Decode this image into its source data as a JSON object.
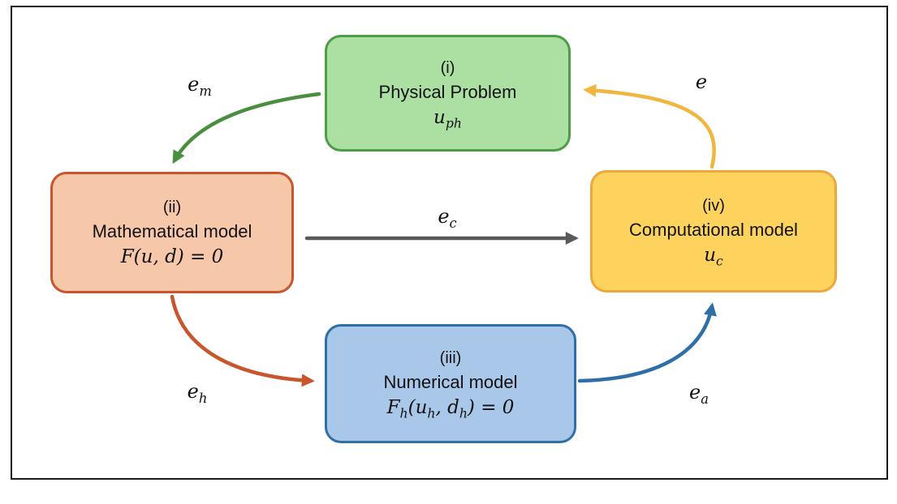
{
  "diagram": {
    "boxes": {
      "physical": {
        "number": "(i)",
        "title": "Physical Problem",
        "math": [
          [
            "u",
            "ph"
          ]
        ],
        "fill": "#ace0a3",
        "border": "#4a9e43"
      },
      "mathematical": {
        "number": "(ii)",
        "title": "Mathematical model",
        "math": [
          [
            "F(u, d) = 0",
            ""
          ]
        ],
        "fill": "#f6c7a9",
        "border": "#c8552c"
      },
      "numerical": {
        "number": "(iii)",
        "title": "Numerical model",
        "math": [
          [
            "F",
            "h"
          ],
          [
            "(u",
            "h"
          ],
          [
            ", d",
            "h"
          ],
          [
            ") = 0",
            ""
          ]
        ],
        "fill": "#a9c7e8",
        "border": "#2f6fa7"
      },
      "computational": {
        "number": "(iv)",
        "title": "Computational model",
        "math": [
          [
            "u",
            "c"
          ]
        ],
        "fill": "#fdd35e",
        "border": "#eda73c"
      }
    },
    "edges": {
      "em": {
        "label": [
          [
            "e",
            "m"
          ]
        ],
        "color": "#4a8f3f",
        "from": "physical",
        "to": "mathematical"
      },
      "e": {
        "label": [
          [
            "e",
            ""
          ]
        ],
        "color": "#f0b63f",
        "from": "computational",
        "to": "physical"
      },
      "ec": {
        "label": [
          [
            "e",
            "c"
          ]
        ],
        "color": "#5a5a5a",
        "from": "mathematical",
        "to": "computational"
      },
      "eh": {
        "label": [
          [
            "e",
            "h"
          ]
        ],
        "color": "#c8552c",
        "from": "mathematical",
        "to": "numerical"
      },
      "ea": {
        "label": [
          [
            "e",
            "a"
          ]
        ],
        "color": "#2f6fa7",
        "from": "numerical",
        "to": "computational"
      }
    }
  }
}
